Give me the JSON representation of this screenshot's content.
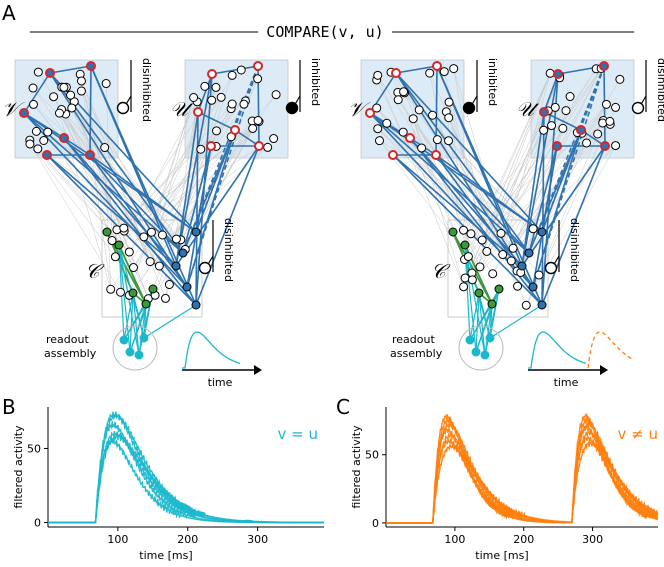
{
  "panels": {
    "A": {
      "letter": "A",
      "title": "COMPARE(v, u)",
      "left": {
        "v_label": "𝒱",
        "u_label": "𝒰",
        "c_label": "𝒞",
        "v_gate": "disinhibited",
        "u_gate": "inhibited",
        "c_gate": "disinhibited",
        "readout": [
          "readout",
          "assembly"
        ],
        "time_label": "time"
      },
      "right": {
        "v_label": "𝒱",
        "u_label": "𝒰",
        "c_label": "𝒞",
        "v_gate": "inhibited",
        "u_gate": "disinhibited",
        "c_gate": "disinhibited",
        "readout": [
          "readout",
          "assembly"
        ],
        "time_label": "time"
      }
    },
    "B": {
      "letter": "B",
      "annotation": "v = u"
    },
    "C": {
      "letter": "C",
      "annotation": "v ≠ u"
    }
  },
  "colors": {
    "cyan": "#1bb8cc",
    "orange": "#ff7f0e",
    "blue": "#2f72b0",
    "green": "#3a9a3a",
    "red": "#d62728",
    "box": "#d8e8f5"
  },
  "chart_data": [
    {
      "type": "line",
      "panel": "B",
      "xlabel": "time [ms]",
      "ylabel": "filtered activity",
      "xlim": [
        0,
        395
      ],
      "ylim": [
        -3,
        78
      ],
      "xticks": [
        100,
        200,
        300
      ],
      "yticks": [
        0,
        50
      ],
      "series_color": "#1bb8cc",
      "series": [
        {
          "peak_time": 95,
          "peak": 73
        },
        {
          "peak_time": 97,
          "peak": 72
        },
        {
          "peak_time": 93,
          "peak": 66
        },
        {
          "peak_time": 96,
          "peak": 60
        },
        {
          "peak_time": 99,
          "peak": 58
        },
        {
          "peak_time": 92,
          "peak": 55
        }
      ],
      "onset": 68,
      "grid": false
    },
    {
      "type": "line",
      "panel": "C",
      "xlabel": "time [ms]",
      "ylabel": "filtered activity",
      "xlim": [
        0,
        395
      ],
      "ylim": [
        -3,
        85
      ],
      "xticks": [
        100,
        200,
        300
      ],
      "yticks": [
        0,
        50
      ],
      "series_color": "#ff7f0e",
      "series": [
        {
          "peak_time": 88,
          "peak": 78,
          "second_peak": 78
        },
        {
          "peak_time": 90,
          "peak": 75,
          "second_peak": 75
        },
        {
          "peak_time": 92,
          "peak": 72,
          "second_peak": 72
        },
        {
          "peak_time": 89,
          "peak": 68,
          "second_peak": 70
        },
        {
          "peak_time": 93,
          "peak": 64,
          "second_peak": 66
        },
        {
          "peak_time": 91,
          "peak": 60,
          "second_peak": 62
        },
        {
          "peak_time": 95,
          "peak": 56,
          "second_peak": 58
        }
      ],
      "onset": 68,
      "second_onset": 270,
      "grid": false
    }
  ]
}
